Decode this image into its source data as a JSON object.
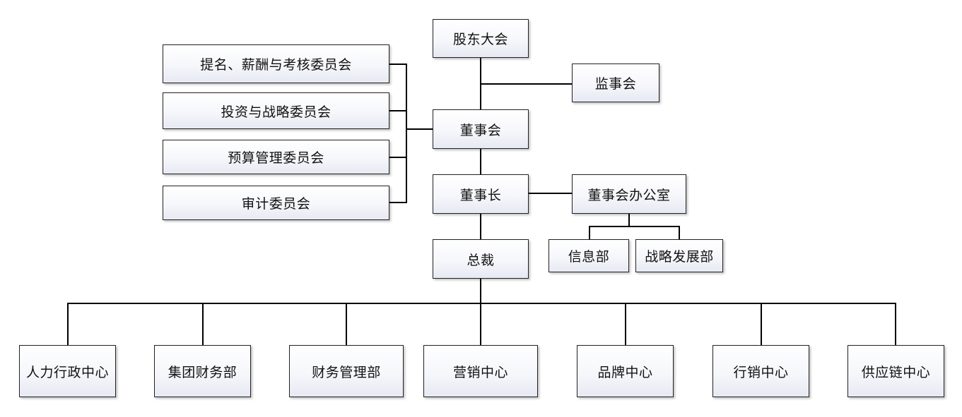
{
  "nodes": {
    "shareholders_meeting": "股东大会",
    "supervisory_board": "监事会",
    "board_of_directors": "董事会",
    "chairman": "董事长",
    "board_office": "董事会办公室",
    "info_dept": "信息部",
    "strategy_dev_dept": "战略发展部",
    "president": "总裁",
    "committees": [
      "提名、薪酬与考核委员会",
      "投资与战略委员会",
      "预算管理委员会",
      "审计委员会"
    ],
    "departments": [
      "人力行政中心",
      "集团财务部",
      "财务管理部",
      "营销中心",
      "品牌中心",
      "行销中心",
      "供应链中心"
    ]
  }
}
